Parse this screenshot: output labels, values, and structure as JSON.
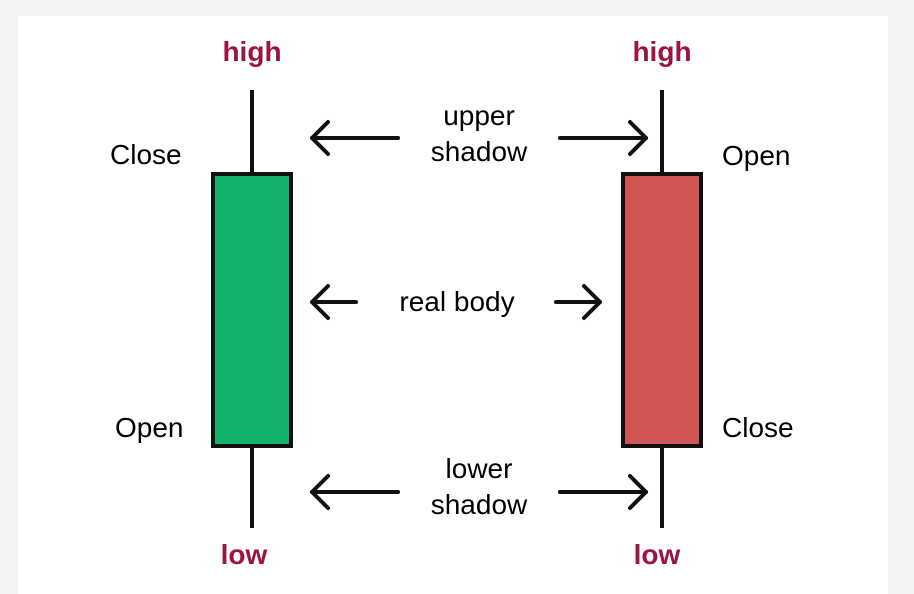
{
  "colors": {
    "bullish_body": "#13b26b",
    "bearish_body": "#d05654",
    "high_low_label": "#9b1540",
    "stroke": "#111111"
  },
  "bullish_candle": {
    "high_label": "high",
    "low_label": "low",
    "top_label": "Close",
    "bottom_label": "Open"
  },
  "bearish_candle": {
    "high_label": "high",
    "low_label": "low",
    "top_label": "Open",
    "bottom_label": "Close"
  },
  "annotations": {
    "upper_shadow": [
      "upper",
      "shadow"
    ],
    "real_body": "real body",
    "lower_shadow": [
      "lower",
      "shadow"
    ]
  }
}
